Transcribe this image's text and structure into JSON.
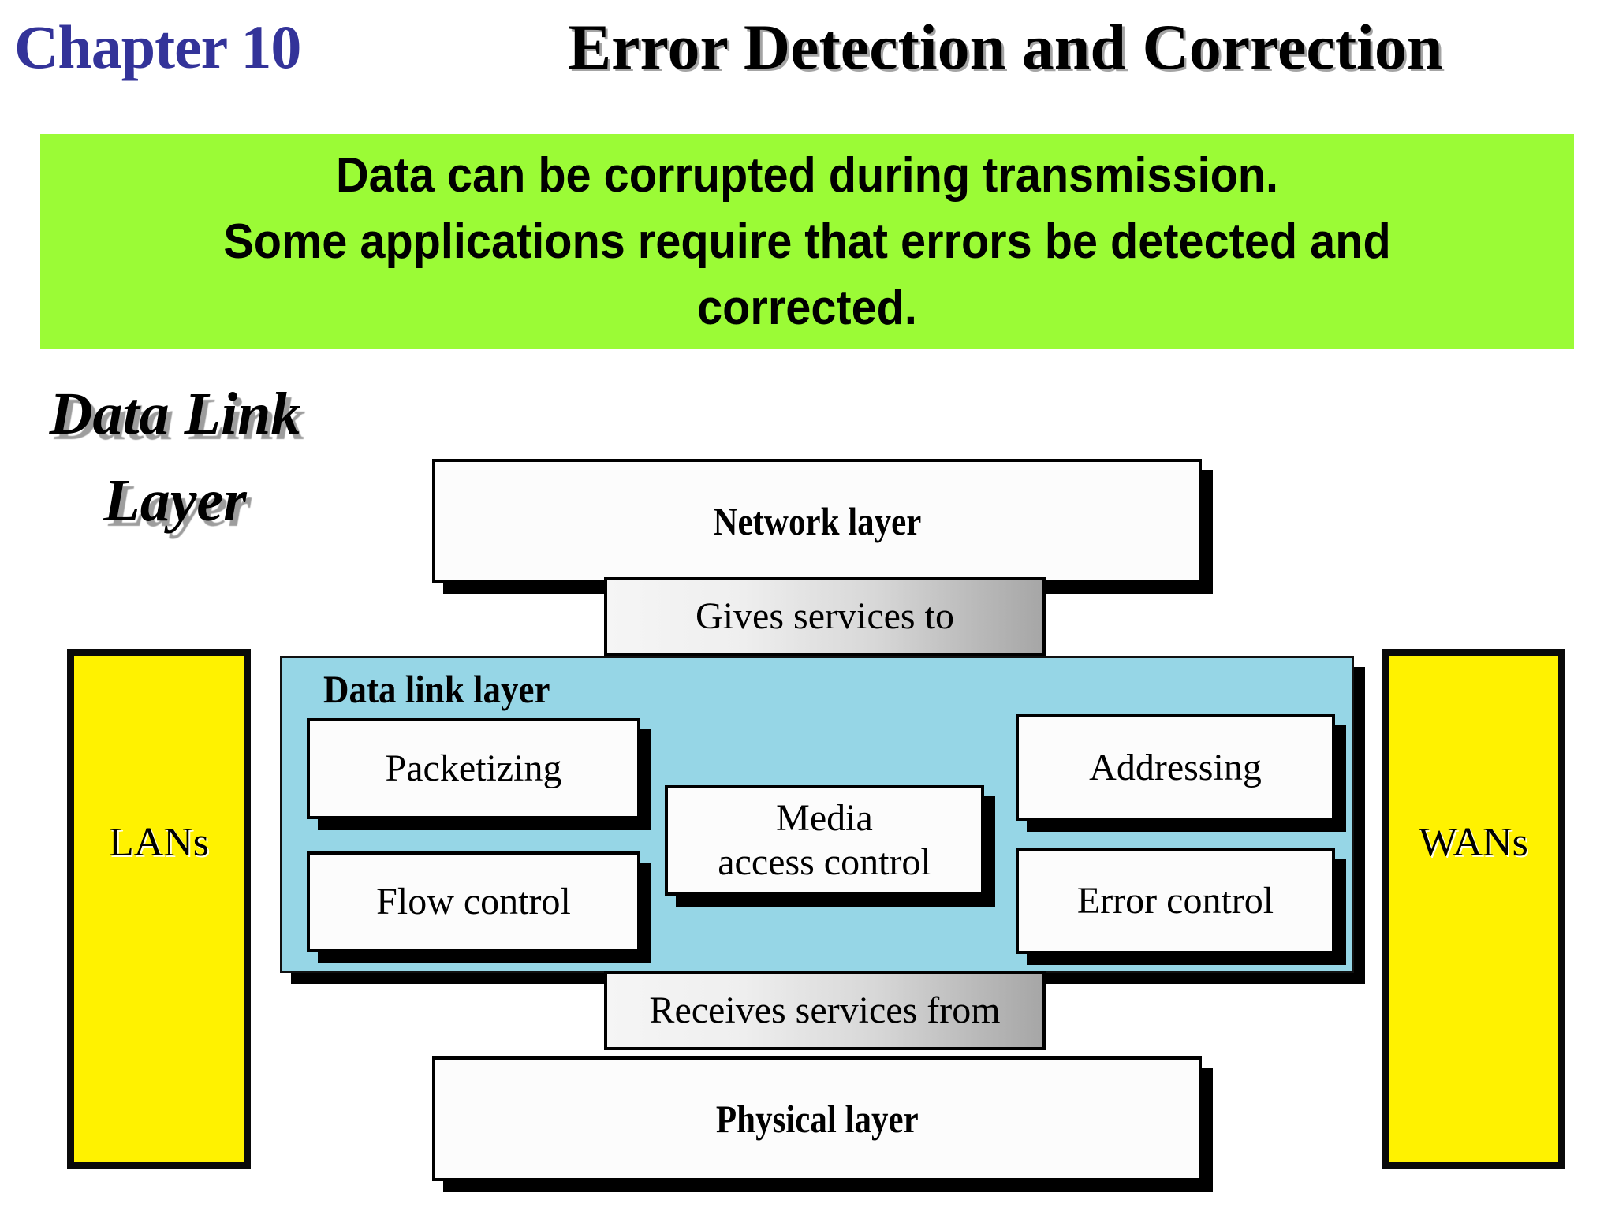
{
  "header": {
    "chapter_label": "Chapter 10",
    "title": "Error Detection and Correction"
  },
  "banner": {
    "line1": "Data can be corrupted during transmission.",
    "line2": "Some applications require that errors be detected and",
    "line3": "corrected.",
    "background_color": "#9BFB36"
  },
  "side_label": {
    "line1": "Data Link",
    "line2": "Layer"
  },
  "diagram": {
    "network_layer": "Network layer",
    "gives_services_to": "Gives services to",
    "data_link_layer_title": "Data link layer",
    "receives_services_from": "Receives services from",
    "physical_layer": "Physical layer",
    "left_panel": "LANs",
    "right_panel": "WANs",
    "services": {
      "packetizing": "Packetizing",
      "flow_control": "Flow control",
      "media_access_control_line1": "Media",
      "media_access_control_line2": "access control",
      "addressing": "Addressing",
      "error_control": "Error control"
    },
    "colors": {
      "data_link_fill": "#96D6E6",
      "panel_fill": "#FFF200",
      "box_fill": "#FCFCFC",
      "border": "#000000",
      "chapter_text": "#333399"
    }
  }
}
